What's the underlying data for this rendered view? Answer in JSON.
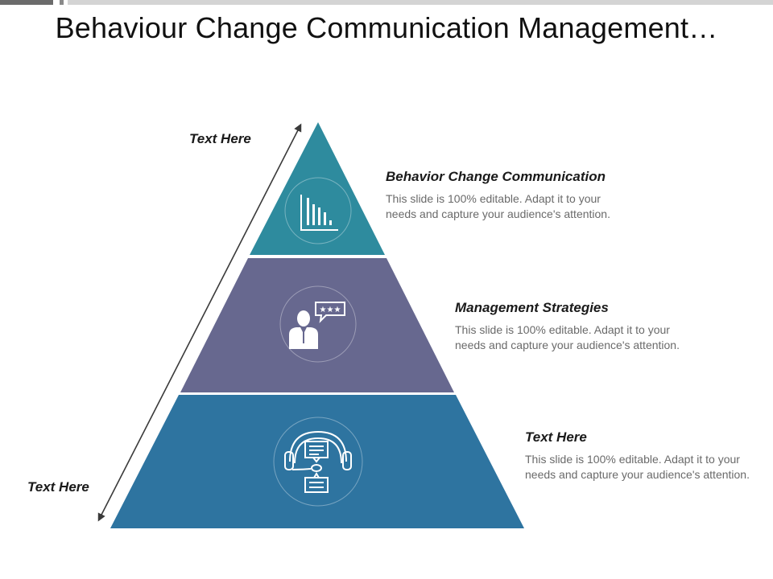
{
  "title": "Behaviour Change Communication Management…",
  "colors": {
    "tier_top": "#2e8b9e",
    "tier_middle": "#67688f",
    "tier_bottom": "#2e74a0",
    "arrow": "#3a3a3a"
  },
  "arrow_labels": {
    "top": "Text Here",
    "bottom": "Text Here"
  },
  "tiers": [
    {
      "icon": "bar-chart-icon",
      "heading": "Behavior Change Communication",
      "text": "This slide is 100% editable. Adapt it to your needs and capture your audience's attention."
    },
    {
      "icon": "businessman-speech-bubble-icon",
      "heading": "Management Strategies",
      "text": "This slide is 100% editable. Adapt it to your needs and capture your audience's attention."
    },
    {
      "icon": "headset-chat-icon",
      "heading": "Text Here",
      "text": "This slide is 100% editable. Adapt it to your needs and capture your audience's attention."
    }
  ]
}
